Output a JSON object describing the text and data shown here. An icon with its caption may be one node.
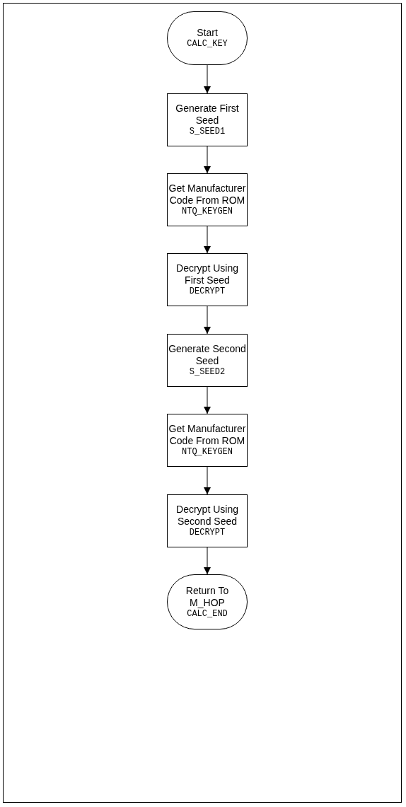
{
  "diagram": {
    "nodes": [
      {
        "text": [
          "Start",
          "CALC_KEY"
        ]
      },
      {
        "text": [
          "Generate First Seed",
          "S_SEED1"
        ]
      },
      {
        "text": [
          "Get Manufacturer Code From ROM",
          "NTQ_KEYGEN"
        ]
      },
      {
        "text": [
          "Decrypt Using First Seed",
          "DECRYPT"
        ]
      },
      {
        "text": [
          "Generate Second Seed",
          "S_SEED2"
        ]
      },
      {
        "text": [
          "Get Manufacturer Code From ROM",
          "NTQ_KEYGEN"
        ]
      },
      {
        "text": [
          "Decrypt Using Second Seed",
          "DECRYPT"
        ]
      },
      {
        "text": [
          "Return To M_HOP",
          "CALC_END"
        ]
      }
    ],
    "edges": [
      {
        "from": 0,
        "to": 1,
        "arrow": "to"
      },
      {
        "from": 1,
        "to": 2,
        "arrow": "to"
      },
      {
        "from": 2,
        "to": 3,
        "arrow": "to"
      },
      {
        "from": 3,
        "to": 4,
        "arrow": "to"
      },
      {
        "from": 4,
        "to": 5,
        "arrow": "to"
      },
      {
        "from": 5,
        "to": 6,
        "arrow": "to"
      },
      {
        "from": 6,
        "to": 7,
        "arrow": "to"
      }
    ]
  }
}
